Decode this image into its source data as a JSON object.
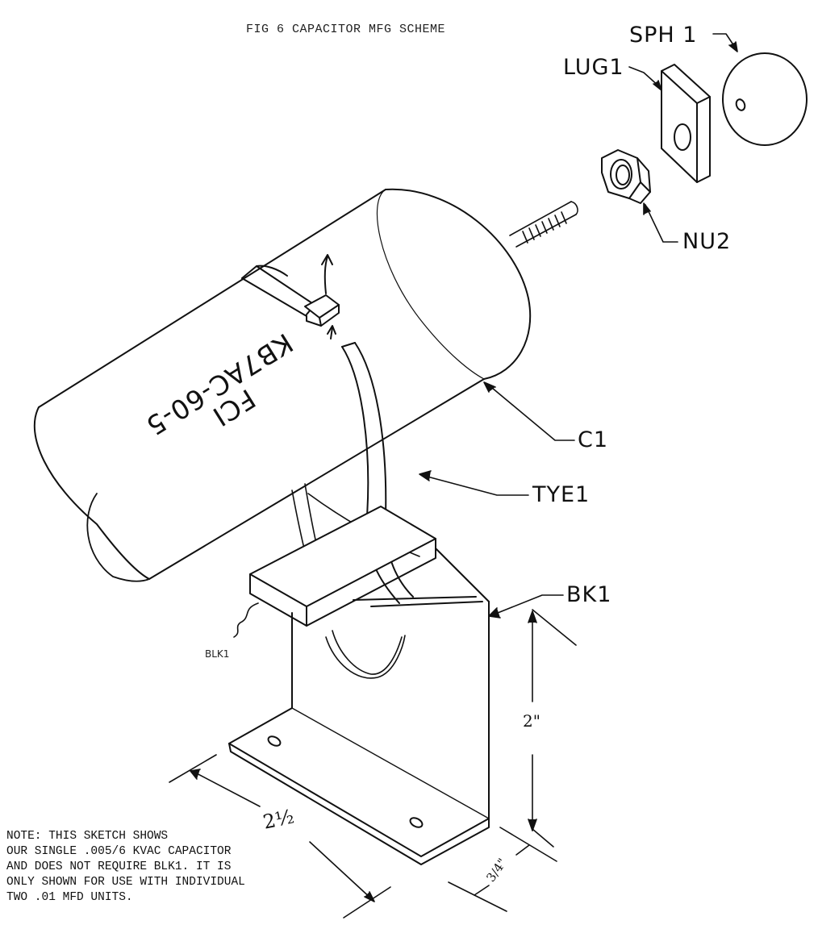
{
  "figure": {
    "title": "FIG 6 CAPACITOR MFG SCHEME"
  },
  "callouts": {
    "sph": "SPH 1",
    "lug": "LUG1",
    "nut": "NU2",
    "capacitor": "C1",
    "tye": "TYE1",
    "bracket": "BK1",
    "block": "BLK1"
  },
  "capacitor_label": {
    "line1": "FCI",
    "line2": "KB7AC-60-5"
  },
  "dimensions": {
    "height": "2\"",
    "width": "2½",
    "depth": "3/4\""
  },
  "note": {
    "lines": [
      "NOTE: THIS SKETCH SHOWS",
      "OUR SINGLE .005/6 KVAC CAPACITOR",
      "AND DOES NOT REQUIRE BLK1.  IT IS",
      "ONLY SHOWN FOR USE WITH INDIVIDUAL",
      "TWO .01 MFD UNITS."
    ]
  }
}
